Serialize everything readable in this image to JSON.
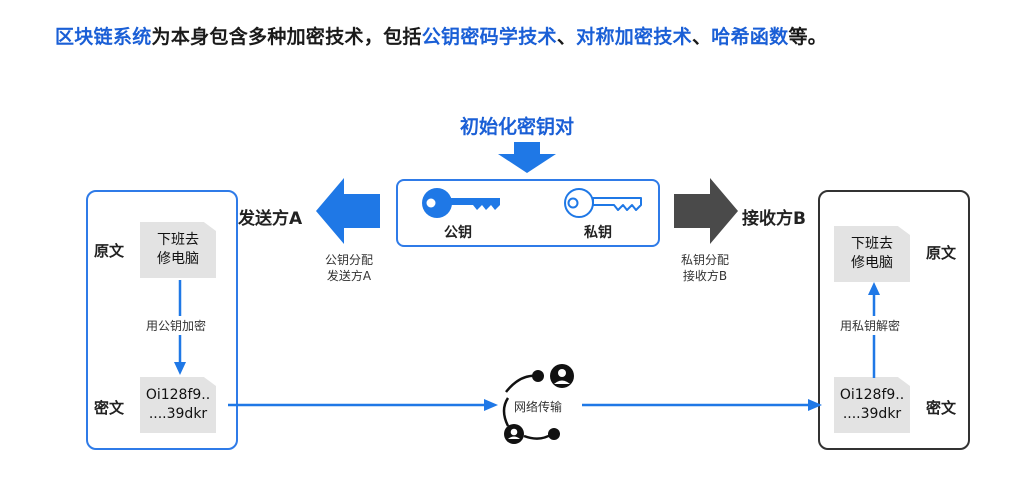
{
  "headline": {
    "part1": "区块链系统",
    "part2": "为本身包含多种加密技术，包括",
    "part3": "公钥密码学技术",
    "part4": "、",
    "part5": "对称加密技术",
    "part6": "、",
    "part7": "哈希函数",
    "part8": "等。"
  },
  "init": {
    "title": "初始化密钥对"
  },
  "keys": {
    "public_label": "公钥",
    "private_label": "私钥"
  },
  "sender": {
    "title": "发送方A",
    "distribution": [
      "公钥分配",
      "发送方A"
    ],
    "plain_label": "原文",
    "cipher_label": "密文",
    "plain_doc": [
      "下班去",
      "修电脑"
    ],
    "cipher_doc": [
      "Oi128f9..",
      "....39dkr"
    ],
    "step": "用公钥加密"
  },
  "receiver": {
    "title": "接收方B",
    "distribution": [
      "私钥分配",
      "接收方B"
    ],
    "plain_label": "原文",
    "cipher_label": "密文",
    "plain_doc": [
      "下班去",
      "修电脑"
    ],
    "cipher_doc": [
      "Oi128f9..",
      "....39dkr"
    ],
    "step": "用私钥解密"
  },
  "network": {
    "label": "网络传输"
  },
  "colors": {
    "accent": "#1a5fd6",
    "arrow_blue": "#1f78e6",
    "arrow_dark": "#4a4a4a",
    "doc_gray": "#e3e3e3"
  }
}
